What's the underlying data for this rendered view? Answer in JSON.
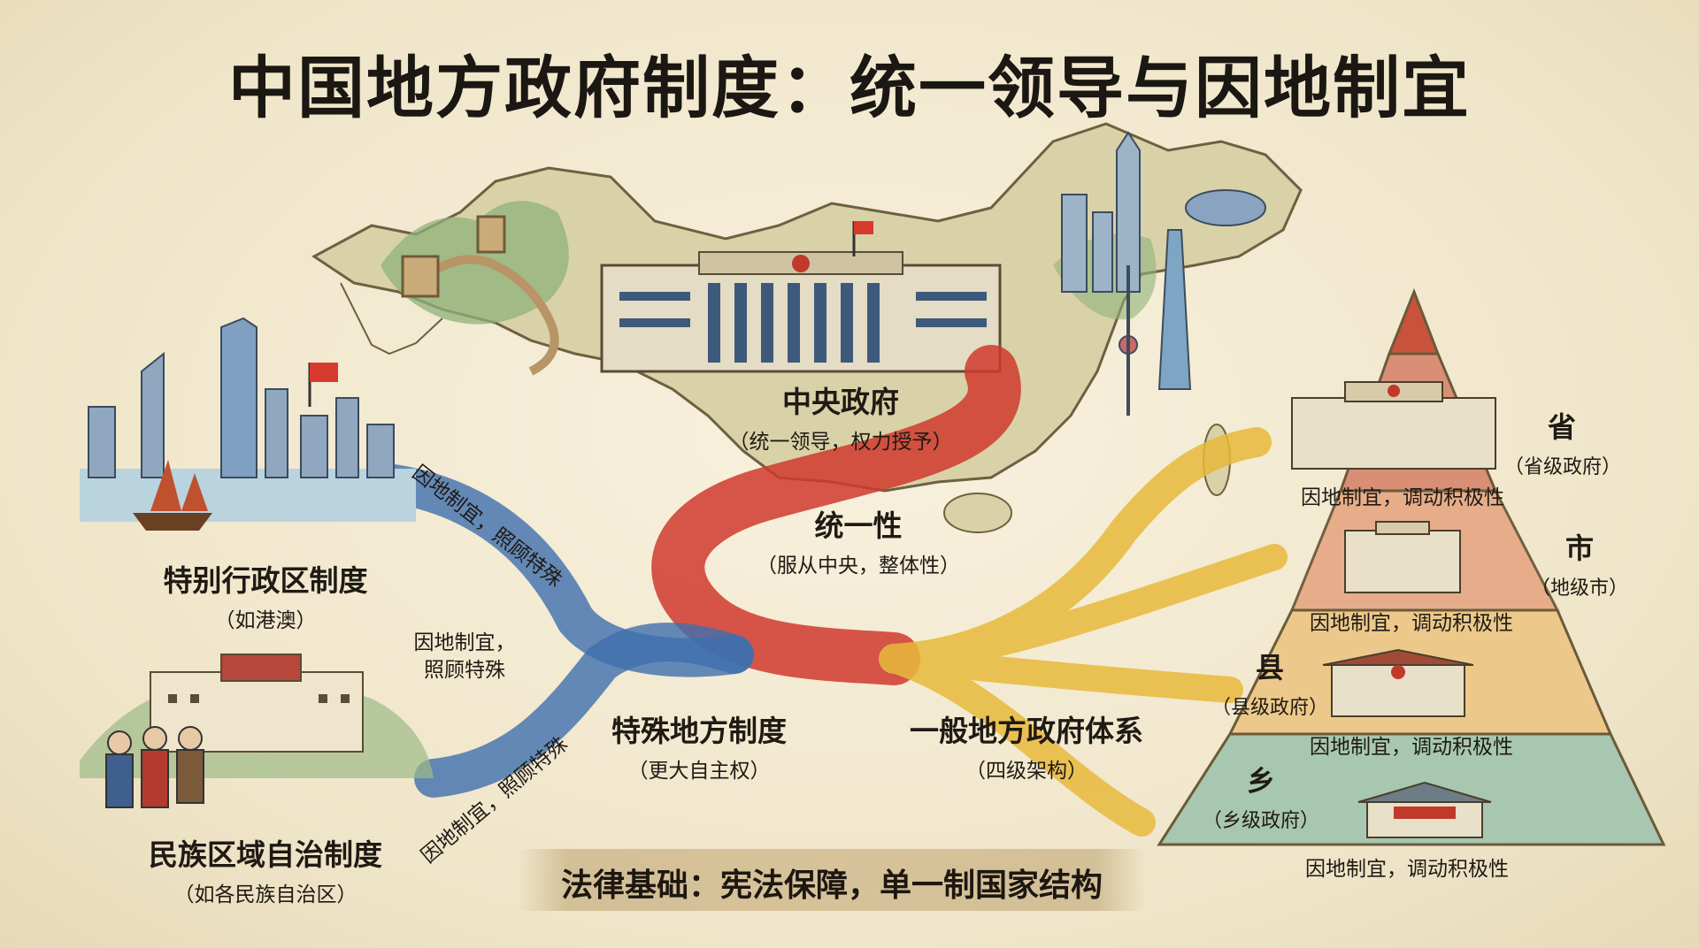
{
  "title": "中国地方政府制度：统一领导与因地制宜",
  "central": {
    "label": "中央政府",
    "sub": "（统一领导，权力授予）"
  },
  "unity": {
    "label": "统一性",
    "sub": "（服从中央，整体性）"
  },
  "special": {
    "sar": {
      "label": "特别行政区制度",
      "sub": "（如港澳）"
    },
    "ethnic": {
      "label": "民族区域自治制度",
      "sub": "（如各民族自治区）"
    },
    "system": {
      "label": "特殊地方制度",
      "sub": "（更大自主权）"
    },
    "flow_label_1": "因地制宜，照顾特殊",
    "flow_label_2_line1": "因地制宜，",
    "flow_label_2_line2": "照顾特殊",
    "flow_label_3": "因地制宜，照顾特殊"
  },
  "general": {
    "system": {
      "label": "一般地方政府体系",
      "sub": "（四级架构）"
    },
    "levels": [
      {
        "name": "省",
        "sub": "（省级政府）",
        "note": "因地制宜，调动积极性"
      },
      {
        "name": "市",
        "sub": "（地级市）",
        "note": "因地制宜，调动积极性"
      },
      {
        "name": "县",
        "sub": "（县级政府）",
        "note": "因地制宜，调动积极性"
      },
      {
        "name": "乡",
        "sub": "（乡级政府）",
        "note": "因地制宜，调动积极性"
      }
    ]
  },
  "footer": "法律基础：宪法保障，单一制国家结构",
  "colors": {
    "red_stream": "#cf3a2e",
    "blue_stream": "#3f6fae",
    "yellow_stream": "#e8b93c",
    "map_land": "#d9d2a8",
    "pyramid_top": "#d98f76",
    "pyramid_mid": "#ecc98a",
    "pyramid_low": "#a8c7b0"
  }
}
